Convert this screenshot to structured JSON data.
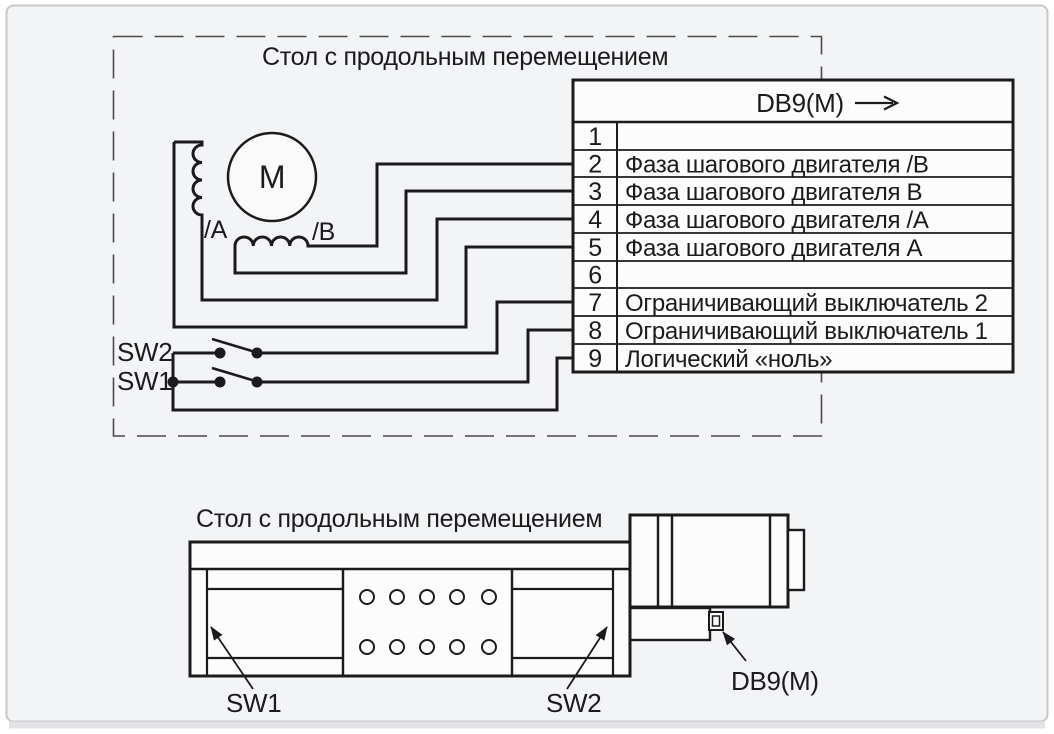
{
  "colors": {
    "ink": "#1b1b1d",
    "background": "#f3f4f5",
    "panel_border": "#c7c7cb",
    "dashed_line": "#4a4a4c"
  },
  "schematic": {
    "enclosure_title": "Стол с продольным перемещением",
    "motor": {
      "label": "M",
      "phase_a": "/A",
      "phase_b": "/B"
    },
    "switches": {
      "sw2": "SW2",
      "sw1": "SW1"
    },
    "connector_table": {
      "title": "DB9(M)",
      "arrow_icon": "right-arrow",
      "rows": [
        {
          "pin": "1",
          "label": ""
        },
        {
          "pin": "2",
          "label": "Фаза шагового двигателя /B"
        },
        {
          "pin": "3",
          "label": "Фаза шагового двигателя B"
        },
        {
          "pin": "4",
          "label": "Фаза шагового двигателя /A"
        },
        {
          "pin": "5",
          "label": "Фаза шагового двигателя A"
        },
        {
          "pin": "6",
          "label": ""
        },
        {
          "pin": "7",
          "label": "Ограничивающий выключатель 2"
        },
        {
          "pin": "8",
          "label": "Ограничивающий выключатель 1"
        },
        {
          "pin": "9",
          "label": "Логический «ноль»"
        }
      ]
    }
  },
  "mechanical": {
    "title": "Стол с продольным перемещением",
    "sw1": "SW1",
    "sw2": "SW2",
    "connector": "DB9(M)"
  }
}
